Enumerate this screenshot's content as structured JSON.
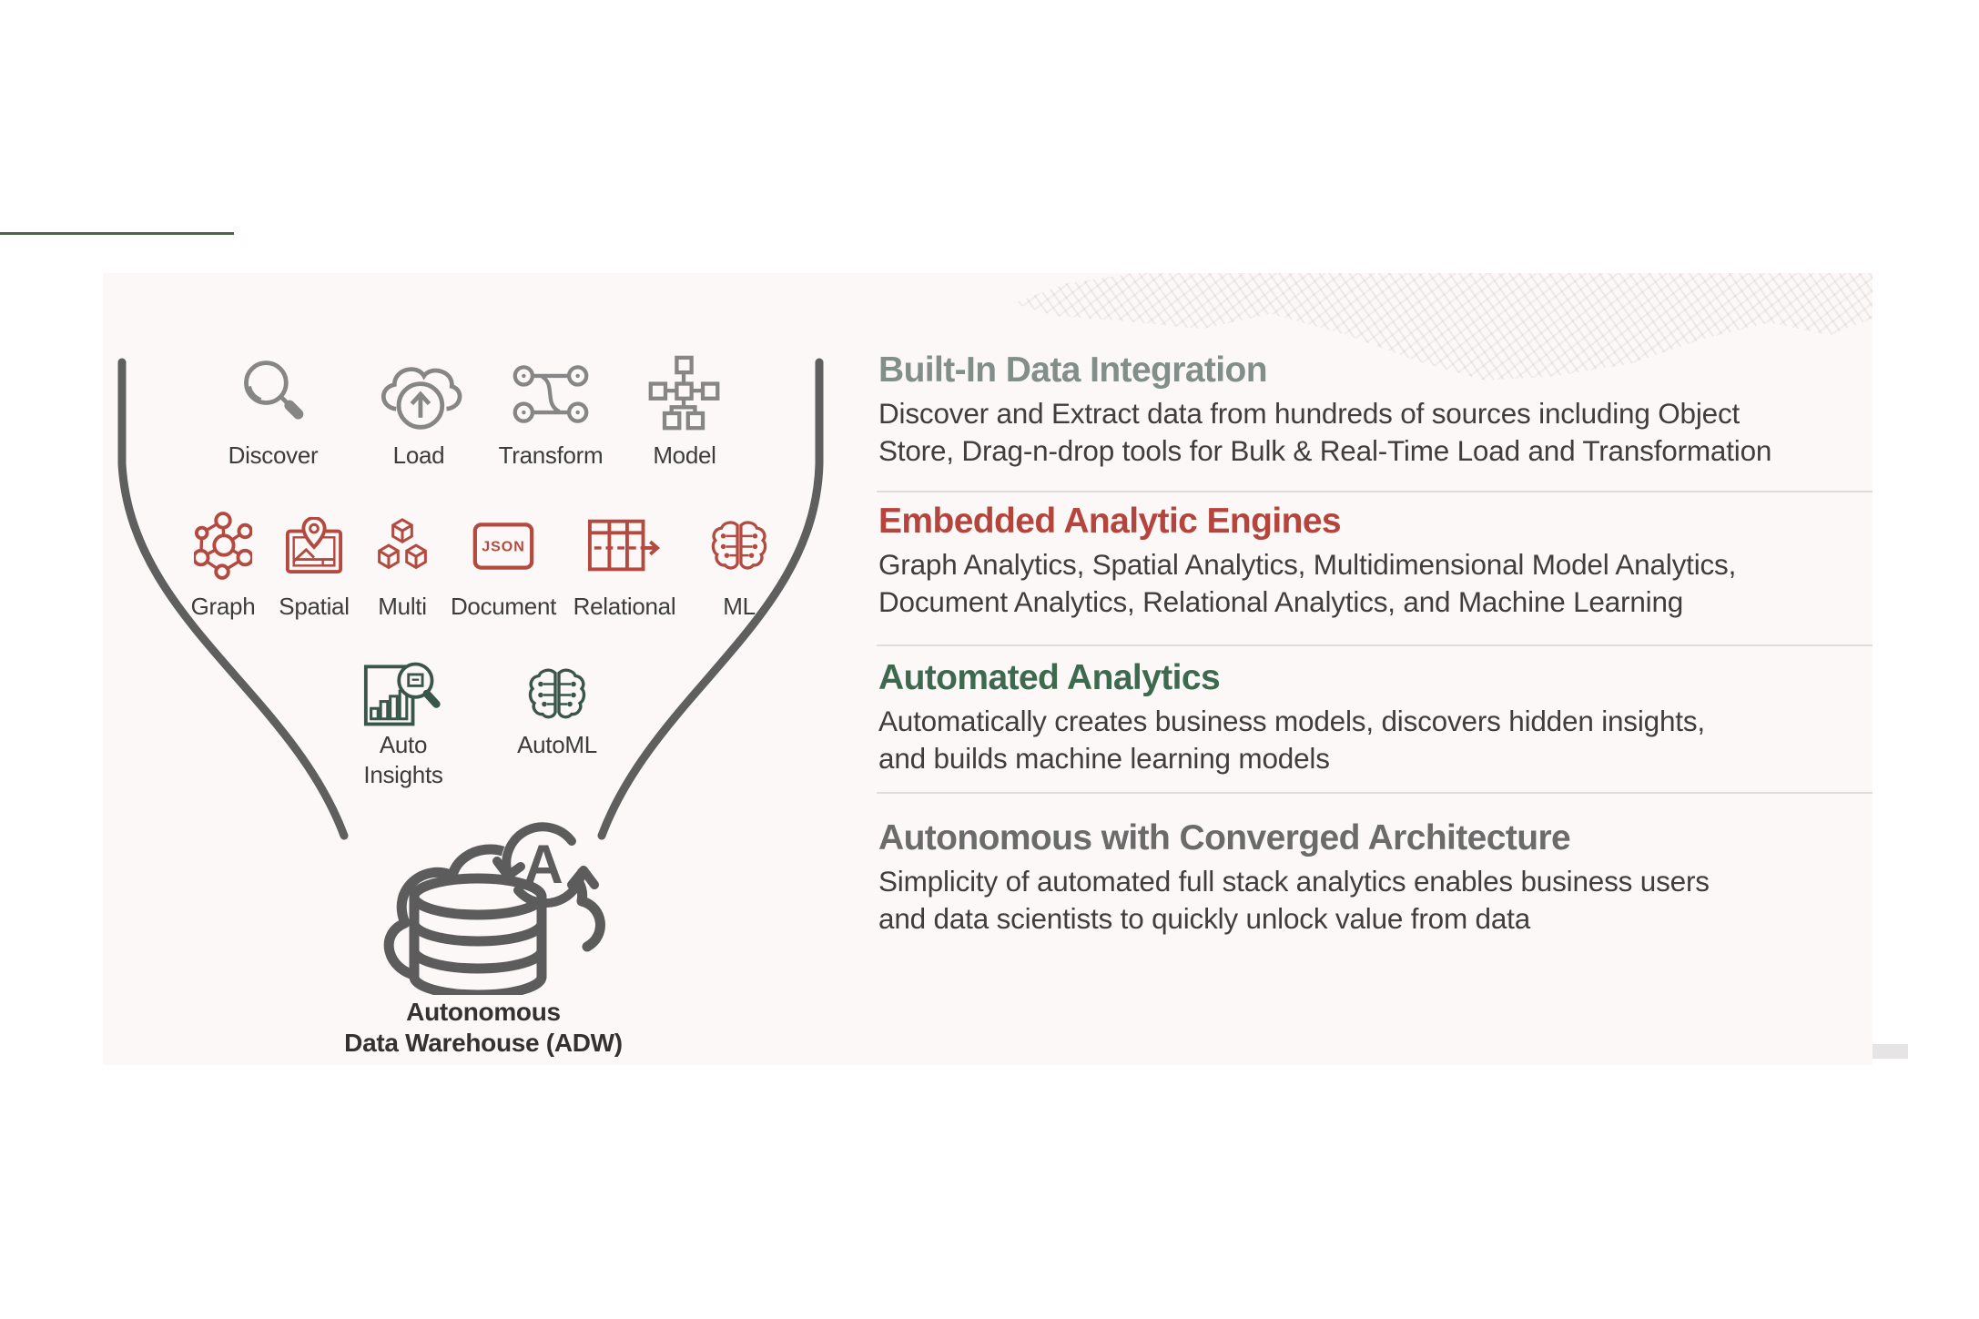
{
  "palette": {
    "accent_line": "#44693f",
    "panel_bg": "#fcf8f8",
    "icon_gray": "#868686",
    "icon_red": "#b34a40",
    "icon_dark_green": "#3a564b",
    "icon_charcoal": "#5c5c5c",
    "funnel_stroke": "#5f5f5f",
    "body_text": "#403e3d",
    "divider": "#dfdcda"
  },
  "funnel": {
    "row1": [
      {
        "label": "Discover"
      },
      {
        "label": "Load"
      },
      {
        "label": "Transform"
      },
      {
        "label": "Model"
      }
    ],
    "row2": [
      {
        "label": "Graph"
      },
      {
        "label": "Spatial"
      },
      {
        "label": "Multi"
      },
      {
        "label": "Document",
        "badge": "JSON"
      },
      {
        "label": "Relational"
      },
      {
        "label": "ML"
      }
    ],
    "row3": [
      {
        "label": "Auto\nInsights"
      },
      {
        "label": "AutoML"
      }
    ],
    "sink": {
      "letter": "A",
      "label_line1": "Autonomous",
      "label_line2": "Data Warehouse (ADW)"
    }
  },
  "sections": [
    {
      "title": "Built-In Data Integration",
      "color": "#818e8a",
      "lines": [
        "Discover and Extract data from hundreds of sources including Object",
        "Store, Drag-n-drop tools for Bulk & Real-Time Load and Transformation"
      ]
    },
    {
      "title": "Embedded Analytic Engines",
      "color": "#b5443c",
      "lines": [
        "Graph Analytics, Spatial Analytics, Multidimensional Model Analytics,",
        "Document Analytics, Relational Analytics, and Machine Learning"
      ]
    },
    {
      "title": "Automated Analytics",
      "color": "#3d6a4f",
      "lines": [
        "Automatically creates business models, discovers hidden insights,",
        "and builds machine learning models"
      ]
    },
    {
      "title": "Autonomous with Converged Architecture",
      "color": "#6b6b6b",
      "lines": [
        "Simplicity of automated full stack analytics enables business users",
        "and data scientists to quickly unlock value from data"
      ]
    }
  ]
}
